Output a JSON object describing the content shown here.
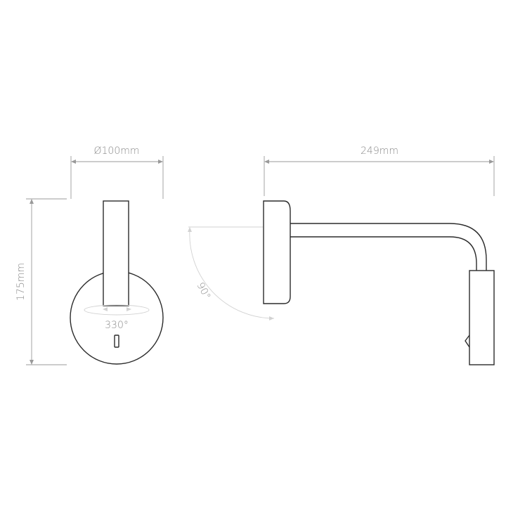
{
  "dimensions": {
    "diameter_label": "Ø100mm",
    "height_label": "175mm",
    "length_label": "249mm",
    "rotation_label": "330°",
    "tilt_label": "90°"
  },
  "colors": {
    "outline": "#2b2b2b",
    "dimension_line": "#9a9a9a",
    "faint_line": "#d2d2d2",
    "label_text": "#8a8a8a",
    "background": "#ffffff"
  }
}
